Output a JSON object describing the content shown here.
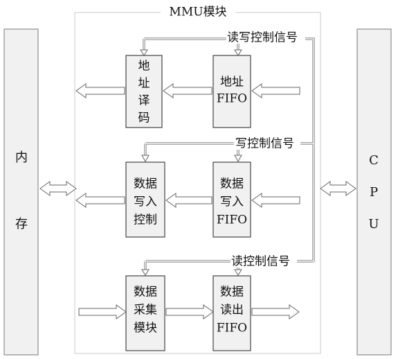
{
  "module_title": "MMU模块",
  "left_panel": {
    "line1": "内",
    "line2": "存"
  },
  "right_panel": {
    "line1": "C",
    "line2": "P",
    "line3": "U"
  },
  "signals": {
    "rw": "读写控制信号",
    "write": "写控制信号",
    "read": "读控制信号"
  },
  "blocks": {
    "addr_decode": [
      "地",
      "址",
      "译",
      "码"
    ],
    "addr_fifo": [
      "地址",
      "FIFO"
    ],
    "data_write_ctrl": [
      "数据",
      "写入",
      "控制"
    ],
    "data_write_fifo": [
      "数据",
      "写入",
      "FIFO"
    ],
    "data_collect": [
      "数据",
      "采集",
      "模块"
    ],
    "data_read_fifo": [
      "数据",
      "读出",
      "FIFO"
    ]
  },
  "colors": {
    "panel_fill": "#f1f1f1",
    "block_stroke": "#444444",
    "line": "#777777"
  }
}
